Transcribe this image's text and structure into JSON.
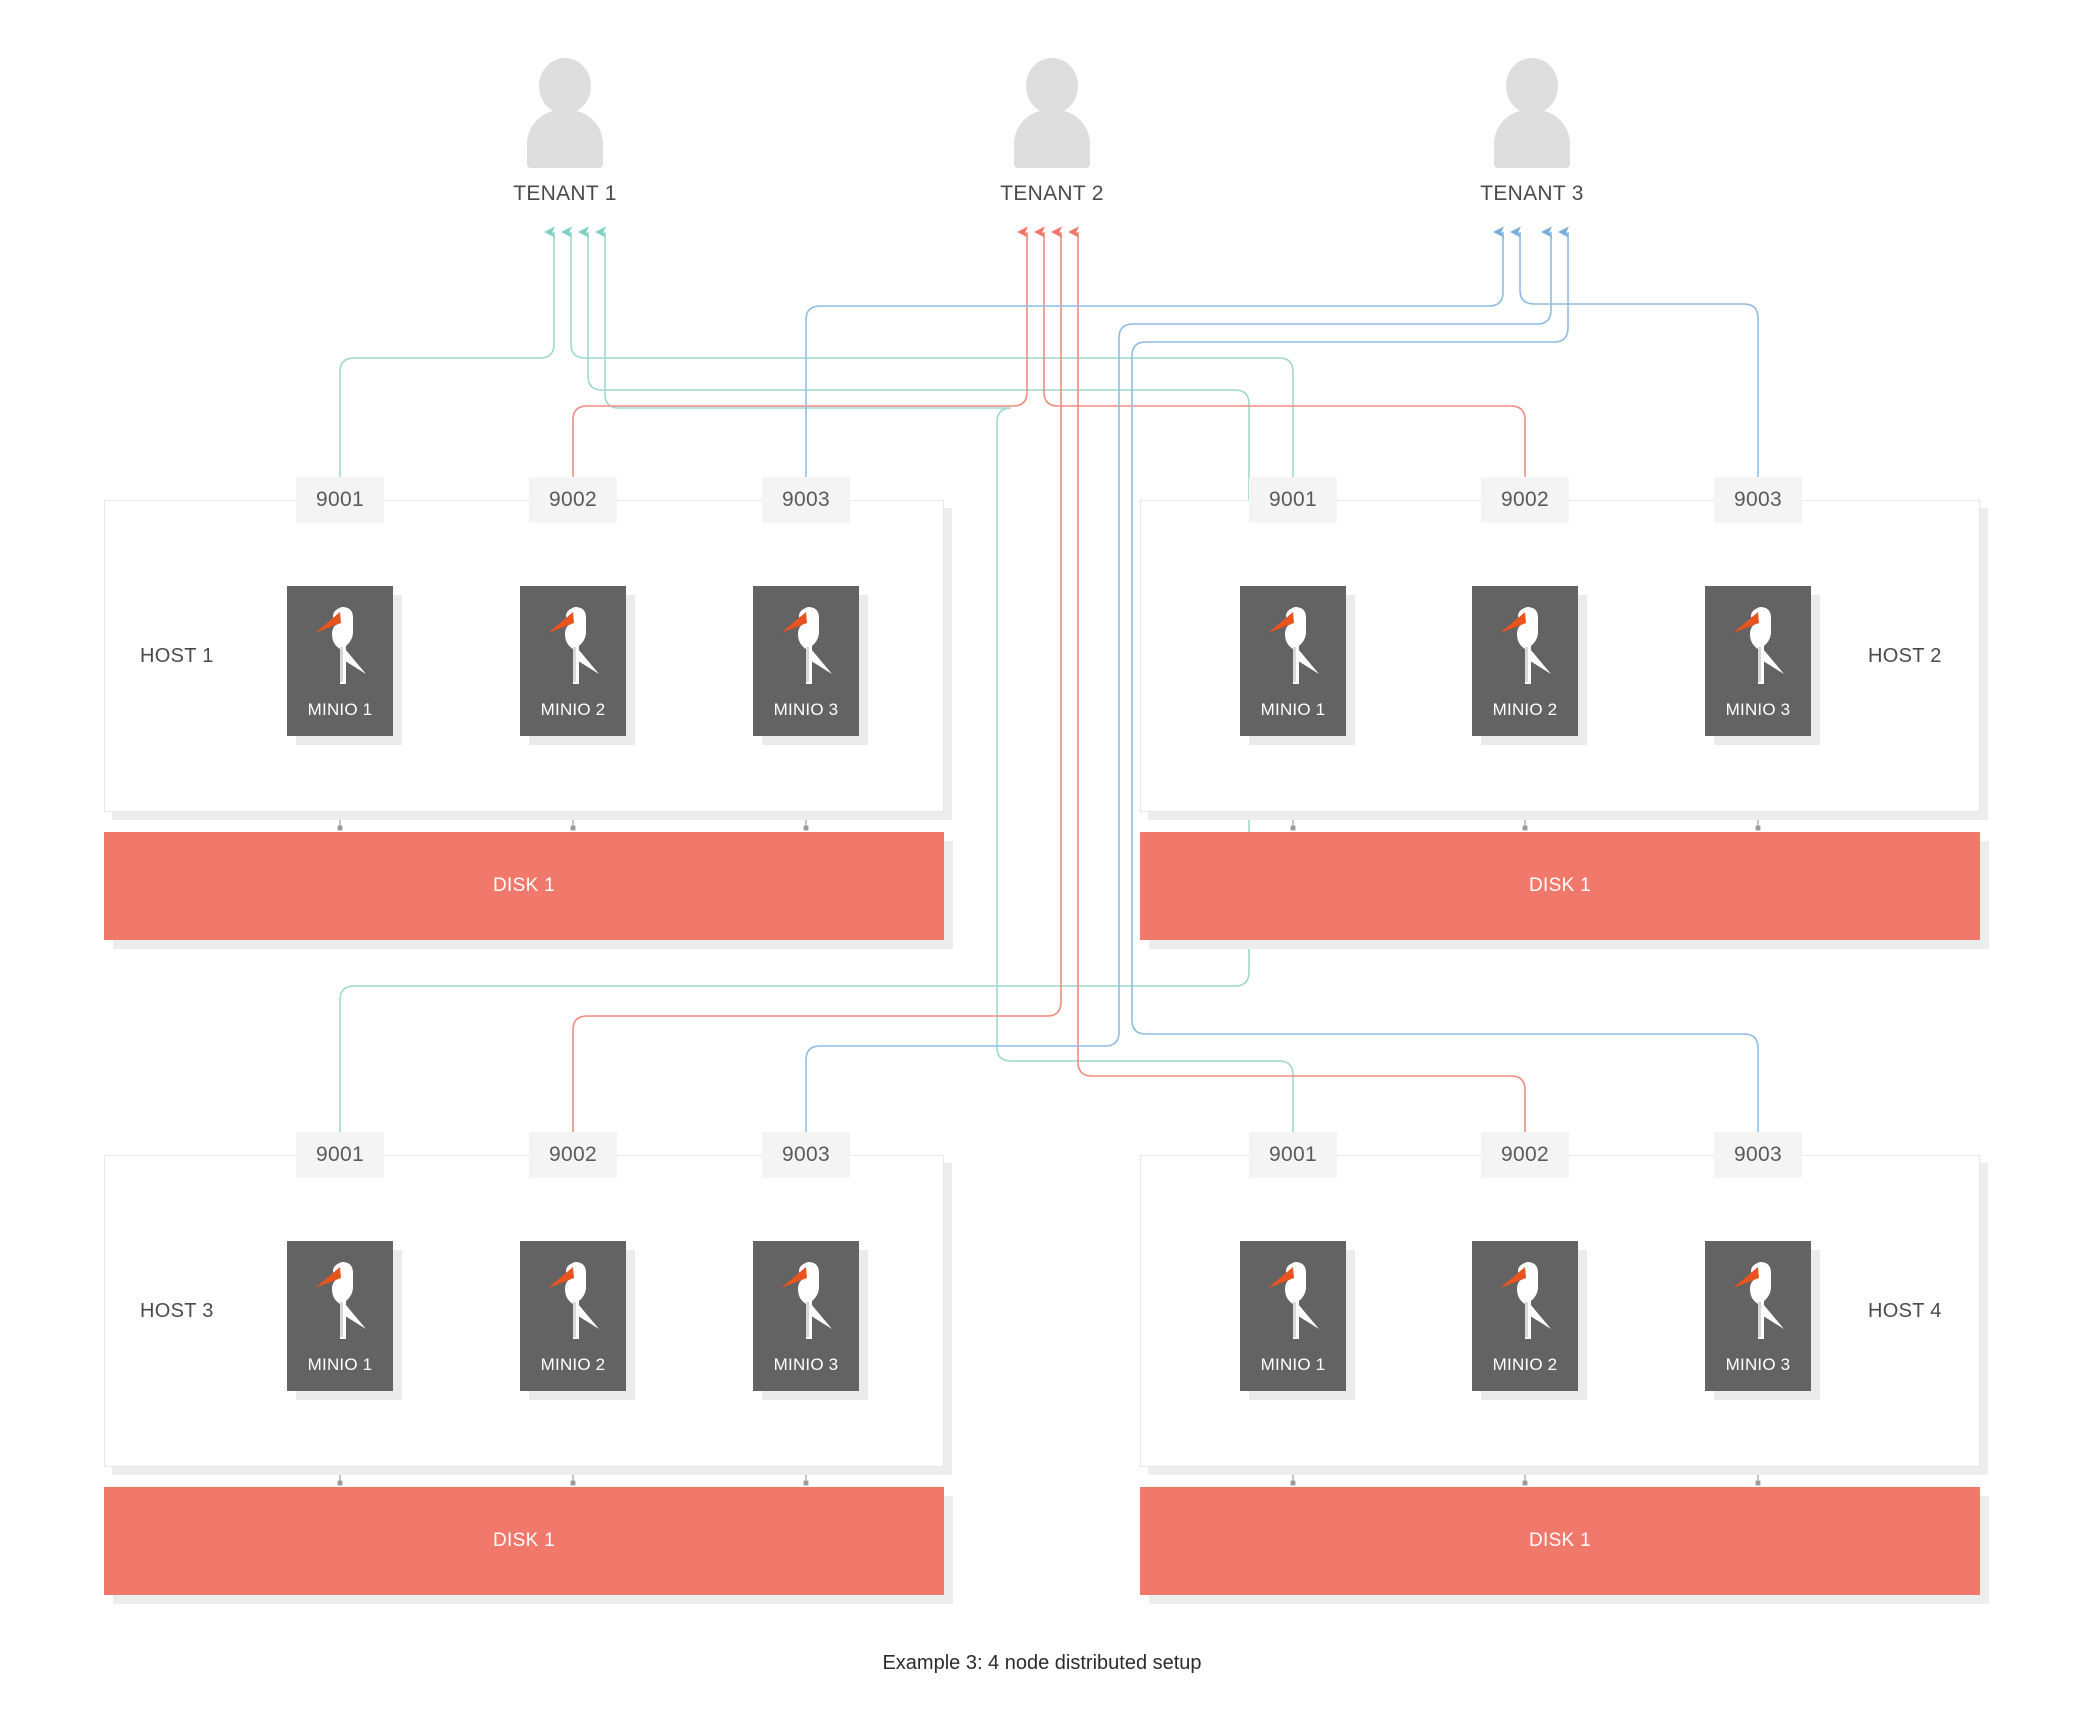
{
  "caption": "Example 3: 4 node distributed setup",
  "colors": {
    "tenant1": "#7FD0C3",
    "tenant2": "#F0766A",
    "tenant3": "#77AEDA",
    "minio_box": "#636363",
    "disk": "#F0796B",
    "beak": "#E8541E",
    "host_border": "#E6E6E6",
    "shadow": "#EDEDED",
    "chip_bg": "#F4F4F4",
    "text": "#4A4A4A",
    "link_gray": "#9A9A9A"
  },
  "tenants": [
    {
      "label": "TENANT 1",
      "color_key": "tenant1",
      "port": "9001"
    },
    {
      "label": "TENANT 2",
      "color_key": "tenant2",
      "port": "9002"
    },
    {
      "label": "TENANT 3",
      "color_key": "tenant3",
      "port": "9003"
    }
  ],
  "hosts": [
    {
      "label": "HOST 1",
      "disk": "DISK 1",
      "nodes": [
        {
          "port": "9001",
          "name": "MINIO 1",
          "tenant": "TENANT 1"
        },
        {
          "port": "9002",
          "name": "MINIO 2",
          "tenant": "TENANT 2"
        },
        {
          "port": "9003",
          "name": "MINIO 3",
          "tenant": "TENANT 3"
        }
      ]
    },
    {
      "label": "HOST 2",
      "disk": "DISK 1",
      "nodes": [
        {
          "port": "9001",
          "name": "MINIO 1",
          "tenant": "TENANT 1"
        },
        {
          "port": "9002",
          "name": "MINIO 2",
          "tenant": "TENANT 2"
        },
        {
          "port": "9003",
          "name": "MINIO 3",
          "tenant": "TENANT 3"
        }
      ]
    },
    {
      "label": "HOST 3",
      "disk": "DISK 1",
      "nodes": [
        {
          "port": "9001",
          "name": "MINIO 1",
          "tenant": "TENANT 1"
        },
        {
          "port": "9002",
          "name": "MINIO 2",
          "tenant": "TENANT 2"
        },
        {
          "port": "9003",
          "name": "MINIO 3",
          "tenant": "TENANT 3"
        }
      ]
    },
    {
      "label": "HOST 4",
      "disk": "DISK 1",
      "nodes": [
        {
          "port": "9001",
          "name": "MINIO 1",
          "tenant": "TENANT 1"
        },
        {
          "port": "9002",
          "name": "MINIO 2",
          "tenant": "TENANT 2"
        },
        {
          "port": "9003",
          "name": "MINIO 3",
          "tenant": "TENANT 3"
        }
      ]
    }
  ],
  "icons": {
    "tenant_avatar": "user-avatar-icon",
    "minio_logo": "minio-flamingo-icon"
  }
}
